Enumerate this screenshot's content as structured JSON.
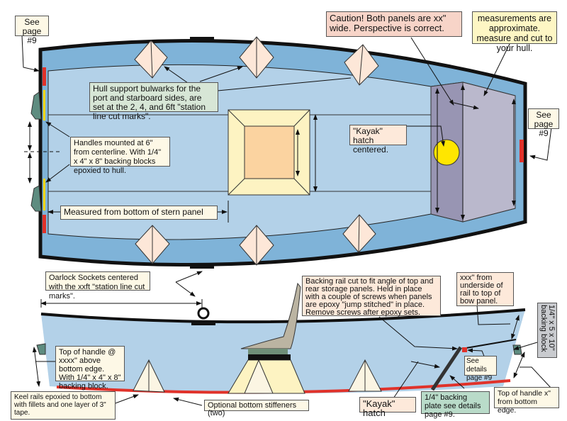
{
  "colors": {
    "hull_outer": "#7fb3d8",
    "hull_floor": "#b3d1e8",
    "rail": "#111111",
    "keel": "#e0322a",
    "hatch_frame": "#fdf3c2",
    "hatch_center": "#fbd3a0",
    "panel_dark": "#9895b3",
    "panel_light": "#bab8cc",
    "kayak_hatch": "#ffe600",
    "bulwark": "#fde7d8"
  },
  "top_view": {
    "see_page_left": "See page #9",
    "see_page_right": "See page #9",
    "caution": "Caution!  Both panels are xx\" wide.  Perspective is correct.",
    "measurements": "measurements are approximate.  measure and cut to your hull.",
    "bulwarks": "Hull support bulwarks for the port and starboard sides, are set at the 2, 4, and 6ft \"station line cut marks\".",
    "handles": "Handles mounted at 6\" from centerline.  With  1/4\" x 4\" x 8\" backing blocks epoxied to hull.",
    "kayak_hatch_centered": "\"Kayak\" hatch centered.",
    "measured_from": "Measured from bottom of stern panel"
  },
  "side_view": {
    "oarlock": "Oarlock Sockets centered with the xxft \"station line cut marks\".",
    "backing_rail": "Backing rail cut to fit angle of top and rear storage panels.  Held in place with a couple of screws when panels are epoxy \"jump stitched\" in place.  Remove screws after epoxy sets.",
    "bow_panel": "xxx\" from underside of rail to top of bow panel.",
    "backing_block": "1/4\" x 5 x 10\" backing block",
    "handle_top_left": "Top of handle @ xxxx\" above bottom edge. With 1/4\" x 4\" x 8\" backing block.",
    "see_details": "See details page #9",
    "keel_rails": "Keel rails epoxied to bottom with fillets and one layer of 3\" tape.",
    "stiffeners": "Optional bottom stiffeners (two)",
    "kayak_hatch": "\"Kayak\" hatch",
    "backing_plate": "1/4\" backing plate see details page #9.",
    "handle_top_right": "Top of handle x\" from bottom edge."
  }
}
